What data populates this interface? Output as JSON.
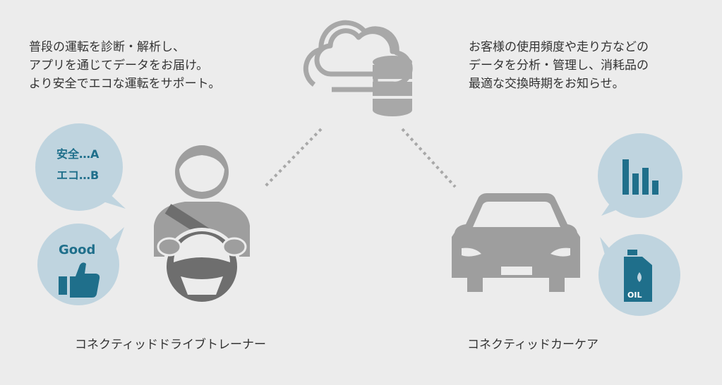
{
  "left": {
    "description": [
      "普段の運転を診断・解析し、",
      "アプリを通じてデータをお届け。",
      "より安全でエコな運転をサポート。"
    ],
    "caption": "コネクティッドドライブトレーナー",
    "score_lines": [
      "安全…A",
      "エコ…B"
    ],
    "good_label": "Good"
  },
  "right": {
    "description": [
      "お客様の使用頻度や走り方などの",
      "データを分析・管理し、消耗品の",
      "最適な交換時期をお知らせ。"
    ],
    "caption": "コネクティッドカーケア",
    "oil_label": "OIL"
  },
  "icons": [
    "cloud-database-icon",
    "driver-icon",
    "car-icon",
    "bar-chart-icon",
    "oil-can-icon",
    "thumbs-up-icon"
  ],
  "colors": {
    "background": "#ececec",
    "icon_gray": "#999999",
    "bubble": "#bfd4df",
    "accent": "#1f6f8b"
  }
}
